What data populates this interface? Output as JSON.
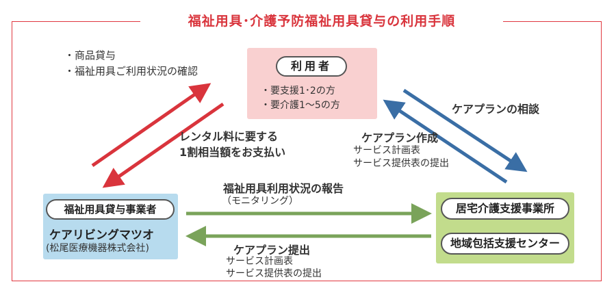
{
  "title": "福祉用具･介護予防福祉用具貸与の利用手順",
  "top_left_notes": [
    "・商品貸与",
    "・福祉用具ご利用状況の確認"
  ],
  "user": {
    "label": "利用者",
    "items": [
      "・要支援1･2の方",
      "・要介護1～5の方"
    ]
  },
  "rental_payment": [
    "レンタル料に要する",
    "1割相当額をお支払い"
  ],
  "care_plan_consult": "ケアプランの相談",
  "care_plan_create": {
    "heading": "ケアプラン作成",
    "lines": [
      "サービス計画表",
      "サービス提供表の提出"
    ]
  },
  "monitoring_report": {
    "heading": "福祉用具利用状況の報告",
    "sub": "（モニタリング）"
  },
  "care_plan_submit": {
    "heading": "ケアプラン提出",
    "lines": [
      "サービス計画表",
      "サービス提供表の提出"
    ]
  },
  "provider": {
    "label": "福祉用具貸与事業者",
    "name": "ケアリビングマツオ",
    "company": "(松尾医療機器株式会社)"
  },
  "support_offices": [
    "居宅介護支援事業所",
    "地域包括支援センター"
  ],
  "colors": {
    "frame": "#e0373f",
    "red_arrow": "#d9343c",
    "blue_arrow": "#3a6ea5",
    "green_arrow": "#7aa35a",
    "user_box": "#f9d0d0",
    "provider_box": "#b7dbee",
    "office_box": "#c2dc8c"
  }
}
